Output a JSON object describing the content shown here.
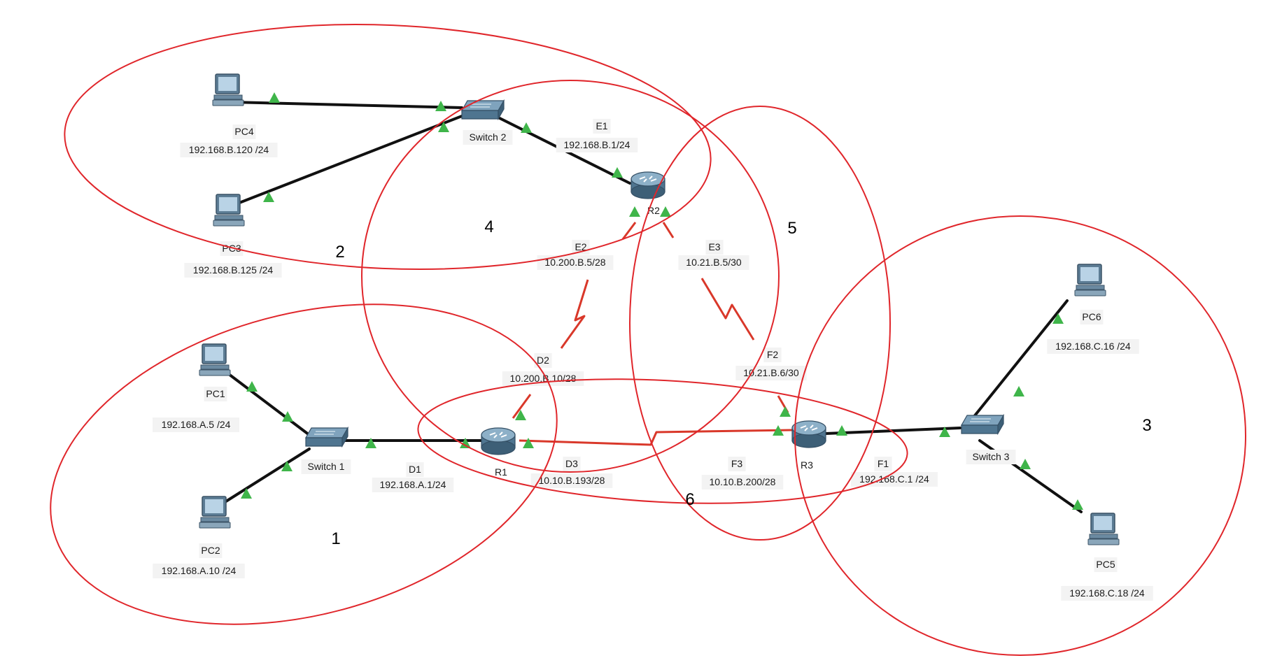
{
  "devices": {
    "pc4": {
      "name": "PC4",
      "ip": "192.168.B.120 /24"
    },
    "pc3": {
      "name": "PC3",
      "ip": "192.168.B.125 /24"
    },
    "pc1": {
      "name": "PC1",
      "ip": "192.168.A.5 /24"
    },
    "pc2": {
      "name": "PC2",
      "ip": "192.168.A.10 /24"
    },
    "pc6": {
      "name": "PC6",
      "ip": "192.168.C.16 /24"
    },
    "pc5": {
      "name": "PC5",
      "ip": "192.168.C.18 /24"
    },
    "switch1": {
      "name": "Switch 1"
    },
    "switch2": {
      "name": "Switch 2"
    },
    "switch3": {
      "name": "Switch 3"
    },
    "r1": {
      "name": "R1"
    },
    "r2": {
      "name": "R2"
    },
    "r3": {
      "name": "R3"
    }
  },
  "interfaces": {
    "e1": {
      "name": "E1",
      "ip": "192.168.B.1/24"
    },
    "e2": {
      "name": "E2",
      "ip": "10.200.B.5/28"
    },
    "e3": {
      "name": "E3",
      "ip": "10.21.B.5/30"
    },
    "d1": {
      "name": "D1",
      "ip": "192.168.A.1/24"
    },
    "d2": {
      "name": "D2",
      "ip": "10.200.B.10/28"
    },
    "d3": {
      "name": "D3",
      "ip": "10.10.B.193/28"
    },
    "f1": {
      "name": "F1",
      "ip": "192.168.C.1 /24"
    },
    "f2": {
      "name": "F2",
      "ip": "10.21.B.6/30"
    },
    "f3": {
      "name": "F3",
      "ip": "10.10.B.200/28"
    }
  },
  "networks": [
    "1",
    "2",
    "3",
    "4",
    "5",
    "6"
  ],
  "colors": {
    "annotation": "#e0262b",
    "serial": "#d9382a",
    "ethernet": "#111111",
    "link_status": "#3fb54a"
  }
}
